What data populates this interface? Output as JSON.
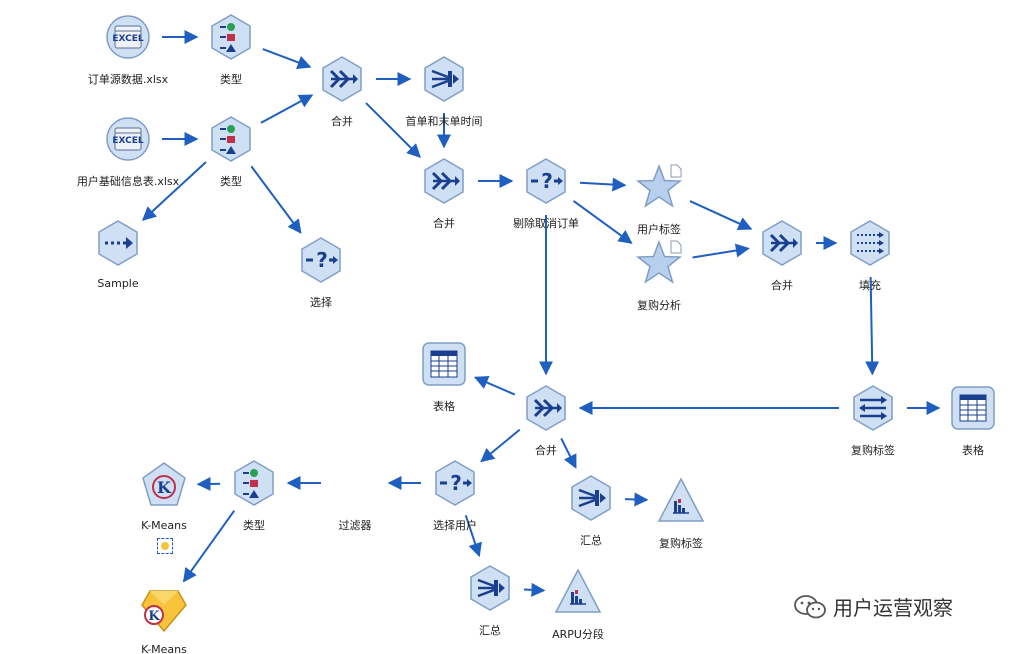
{
  "nodes": [
    {
      "id": "excel1",
      "type": "excel",
      "label": "订单源数据.xlsx"
    },
    {
      "id": "type1",
      "type": "typenode",
      "label": "类型"
    },
    {
      "id": "merge1",
      "type": "merge",
      "label": "合并"
    },
    {
      "id": "agg1",
      "type": "aggregate",
      "label": "首单和末单时间"
    },
    {
      "id": "excel2",
      "type": "excel",
      "label": "用户基础信息表.xlsx"
    },
    {
      "id": "type2",
      "type": "typenode",
      "label": "类型"
    },
    {
      "id": "sample",
      "type": "sample",
      "label": "Sample"
    },
    {
      "id": "select1",
      "type": "select",
      "label": "选择"
    },
    {
      "id": "merge2",
      "type": "merge",
      "label": "合并"
    },
    {
      "id": "select2",
      "type": "select",
      "label": "剔除取消订单"
    },
    {
      "id": "star1",
      "type": "star",
      "label": "用户标签"
    },
    {
      "id": "star2",
      "type": "star",
      "label": "复购分析"
    },
    {
      "id": "merge3",
      "type": "merge",
      "label": "合并"
    },
    {
      "id": "fill",
      "type": "fill",
      "label": "填充"
    },
    {
      "id": "table1",
      "type": "table",
      "label": "表格"
    },
    {
      "id": "merge4",
      "type": "merge",
      "label": "合并"
    },
    {
      "id": "reclass",
      "type": "reclass",
      "label": "复购标签"
    },
    {
      "id": "table2",
      "type": "table",
      "label": "表格"
    },
    {
      "id": "kmeans1",
      "type": "kmeans",
      "label": "K-Means"
    },
    {
      "id": "type3",
      "type": "typenode",
      "label": "类型"
    },
    {
      "id": "filter",
      "type": "filter",
      "label": "过滤器"
    },
    {
      "id": "select3",
      "type": "select",
      "label": "选择用户"
    },
    {
      "id": "agg2",
      "type": "aggregate",
      "label": "汇总"
    },
    {
      "id": "chart1",
      "type": "chart",
      "label": "复购标签"
    },
    {
      "id": "kmeans2",
      "type": "kmeansmodel",
      "label": "K-Means"
    },
    {
      "id": "agg3",
      "type": "aggregate",
      "label": "汇总"
    },
    {
      "id": "chart2",
      "type": "chart",
      "label": "ARPU分段"
    }
  ],
  "edges": [
    [
      "excel1",
      "type1"
    ],
    [
      "type1",
      "merge1"
    ],
    [
      "type2",
      "merge1"
    ],
    [
      "merge1",
      "agg1"
    ],
    [
      "agg1",
      "merge2"
    ],
    [
      "merge1",
      "merge2"
    ],
    [
      "excel2",
      "type2"
    ],
    [
      "type2",
      "sample"
    ],
    [
      "type2",
      "select1"
    ],
    [
      "merge2",
      "select2"
    ],
    [
      "select2",
      "star1"
    ],
    [
      "select2",
      "star2"
    ],
    [
      "star1",
      "merge3"
    ],
    [
      "star2",
      "merge3"
    ],
    [
      "merge3",
      "fill"
    ],
    [
      "fill",
      "reclass"
    ],
    [
      "select2",
      "merge4"
    ],
    [
      "reclass",
      "merge4"
    ],
    [
      "reclass",
      "table2"
    ],
    [
      "merge4",
      "table1"
    ],
    [
      "merge4",
      "select3"
    ],
    [
      "merge4",
      "agg2"
    ],
    [
      "agg2",
      "chart1"
    ],
    [
      "select3",
      "filter"
    ],
    [
      "filter",
      "type3"
    ],
    [
      "type3",
      "kmeans1"
    ],
    [
      "type3",
      "kmeans2"
    ],
    [
      "select3",
      "agg3"
    ],
    [
      "agg3",
      "chart2"
    ]
  ],
  "colors": {
    "edge": "#1f5fbf",
    "nodeFill": "#cfe0f4",
    "nodeStroke": "#7f9ec4",
    "glyph": "#1a3f8f"
  },
  "watermark": {
    "text": "用户运营观察",
    "icon": "wechat-icon"
  }
}
